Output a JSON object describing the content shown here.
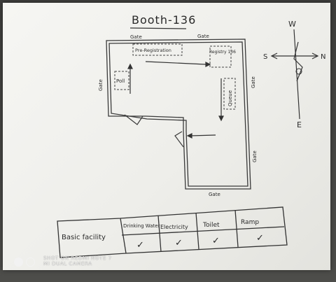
{
  "sketch": {
    "title": "Booth-136",
    "labels": {
      "gate_top_left": "Gate",
      "gate_top_right": "Gate",
      "gate_left": "Gate",
      "gate_right": "Gate",
      "gate_right_lower": "Gate",
      "gate_bottom": "Gate",
      "room_top": "Pre-Registration",
      "room_top_right": "Registry 136",
      "room_left": "Poll",
      "room_right": "Queue"
    },
    "compass": {
      "north": "N",
      "south": "S",
      "east": "E",
      "west": "W"
    },
    "facility_table": {
      "row_header": "Basic facility",
      "columns": [
        "Drinking Water",
        "Electricity",
        "Toilet",
        "Ramp"
      ],
      "checks": [
        "✓",
        "✓",
        "✓",
        "✓"
      ]
    }
  },
  "watermark": {
    "line1": "SHOT ON REDMI NOTE 7",
    "line2": "MI DUAL CAMERA"
  }
}
